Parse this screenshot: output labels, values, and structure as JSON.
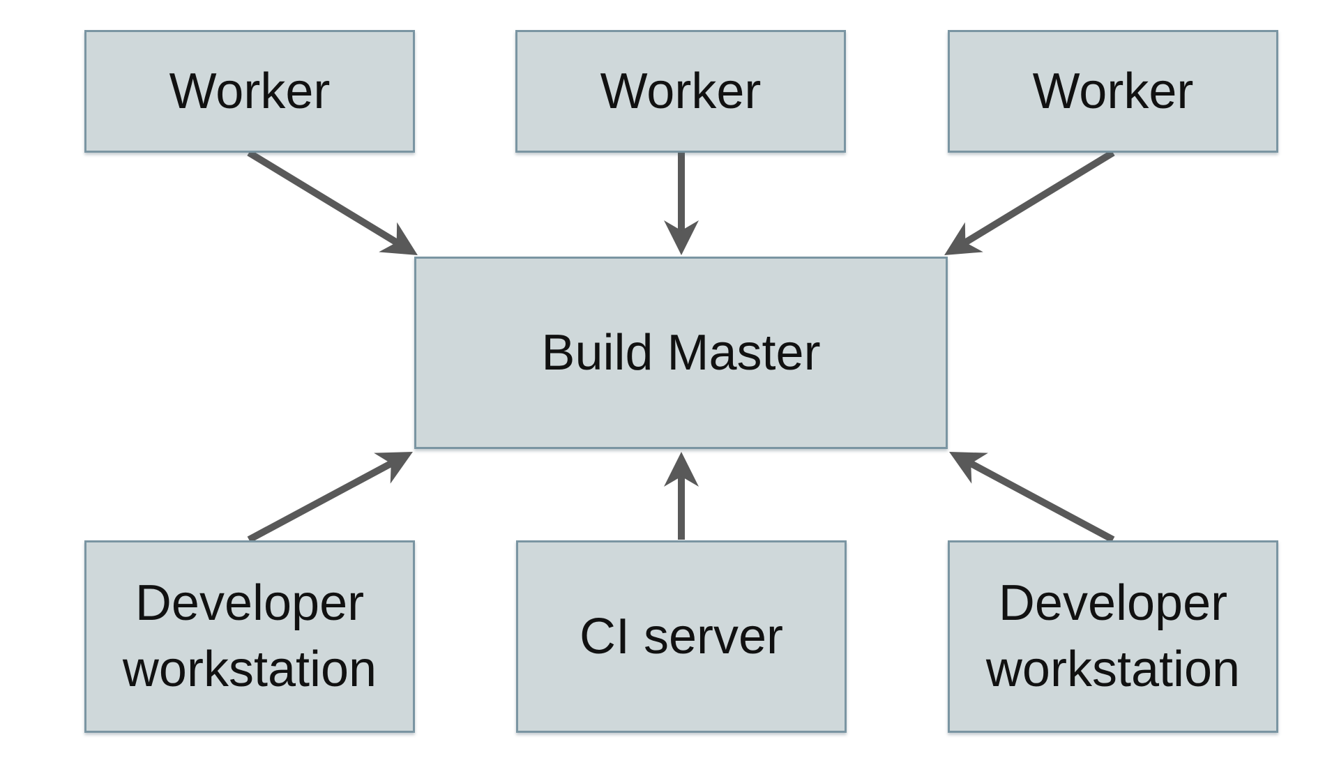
{
  "diagram": {
    "description": "Distributed build system diagram: three Worker nodes, two Developer workstation nodes and a CI server node all point arrows into a central Build Master node.",
    "colors": {
      "background": "#ffffff",
      "node_fill": "#cfd8da",
      "node_border": "#7a95a2",
      "arrow": "#595959",
      "text": "#111111"
    },
    "nodes": [
      {
        "id": "worker-1",
        "label": "Worker"
      },
      {
        "id": "worker-2",
        "label": "Worker"
      },
      {
        "id": "worker-3",
        "label": "Worker"
      },
      {
        "id": "build-master",
        "label": "Build Master"
      },
      {
        "id": "developer-workstation-left",
        "label": "Developer workstation"
      },
      {
        "id": "ci-server",
        "label": "CI server"
      },
      {
        "id": "developer-workstation-right",
        "label": "Developer workstation"
      }
    ],
    "edges": [
      {
        "from": "worker-1",
        "to": "build-master"
      },
      {
        "from": "worker-2",
        "to": "build-master"
      },
      {
        "from": "worker-3",
        "to": "build-master"
      },
      {
        "from": "developer-workstation-left",
        "to": "build-master"
      },
      {
        "from": "ci-server",
        "to": "build-master"
      },
      {
        "from": "developer-workstation-right",
        "to": "build-master"
      }
    ]
  }
}
